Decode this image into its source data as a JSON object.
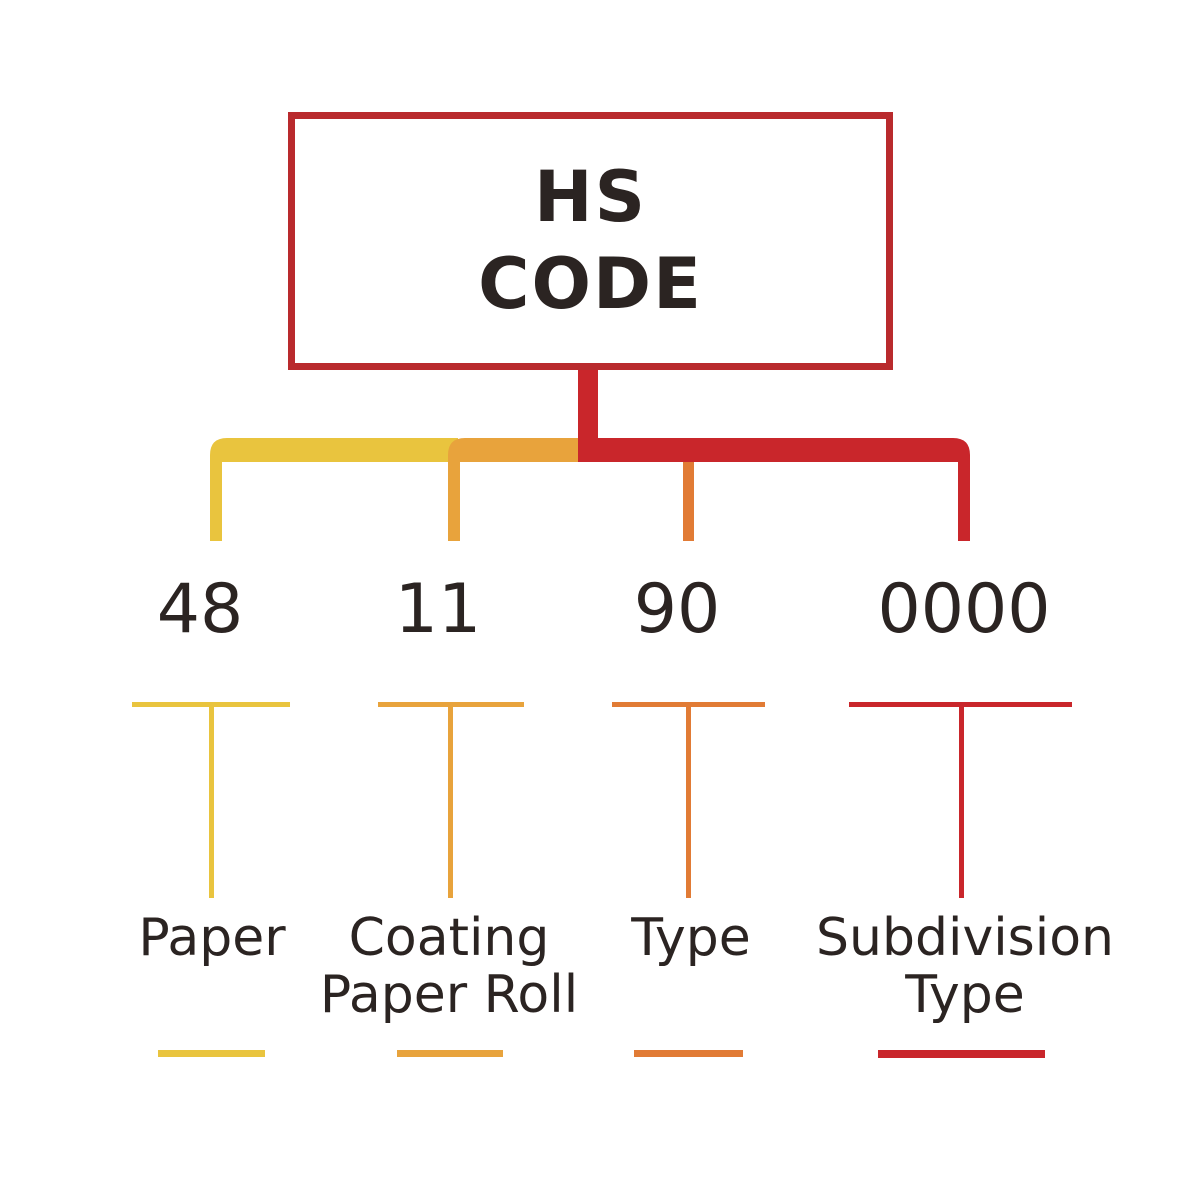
{
  "root": {
    "line1": "HS",
    "line2": "CODE"
  },
  "segments": [
    {
      "code": "48",
      "line1": "Paper",
      "line2": "",
      "color_name": "yellow"
    },
    {
      "code": "11",
      "line1": "Coating",
      "line2": "Paper Roll",
      "color_name": "orange"
    },
    {
      "code": "90",
      "line1": "Type",
      "line2": "",
      "color_name": "deep_orange"
    },
    {
      "code": "0000",
      "line1": "Subdivision",
      "line2": "Type",
      "color_name": "red"
    }
  ],
  "colors": {
    "yellow": "#e9c43e",
    "orange": "#e8a33c",
    "deep_orange": "#e17b35",
    "red": "#c9262b",
    "box_border": "#b92a2d",
    "text": "#2b2422",
    "background": "#ffffff"
  }
}
